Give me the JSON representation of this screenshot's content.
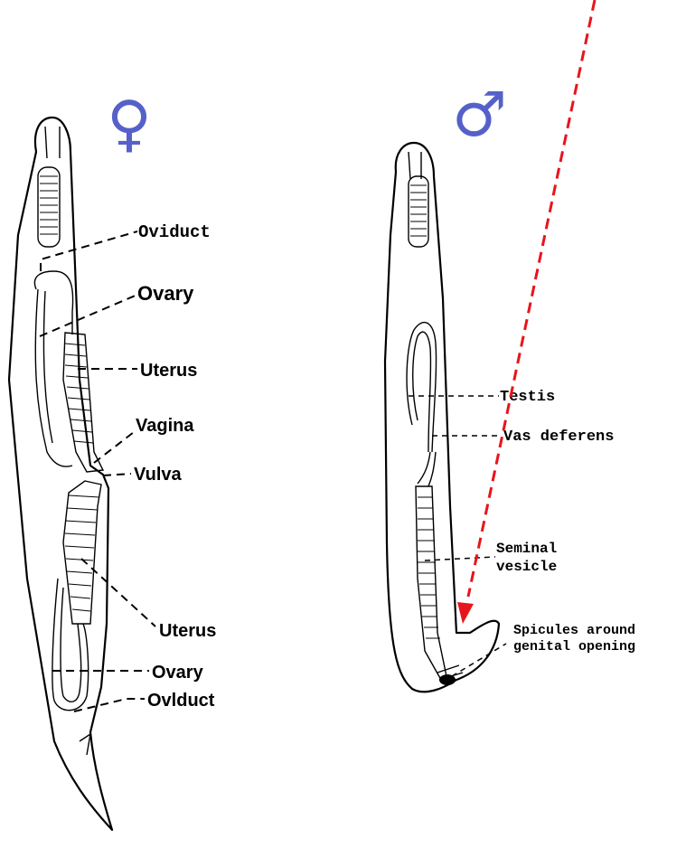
{
  "female": {
    "symbol": "♀",
    "labels": {
      "oviduct_top": "Oviduct",
      "ovary_top": "Ovary",
      "uterus_top": "Uterus",
      "vagina": "Vagina",
      "vulva": "Vulva",
      "uterus_bottom": "Uterus",
      "ovary_bottom": "Ovary",
      "oviduct_bottom": "Ovlduct"
    }
  },
  "male": {
    "symbol": "♂",
    "labels": {
      "testis": "Testis",
      "vas_deferens": "Vas deferens",
      "seminal_line1": "Seminal",
      "seminal_line2": "vesicle",
      "spicules_line1": "Spicules around",
      "spicules_line2": "genital opening"
    }
  },
  "colors": {
    "symbol": "#5561c9",
    "pointer_arrow": "#e8141b",
    "ink": "#000000"
  }
}
